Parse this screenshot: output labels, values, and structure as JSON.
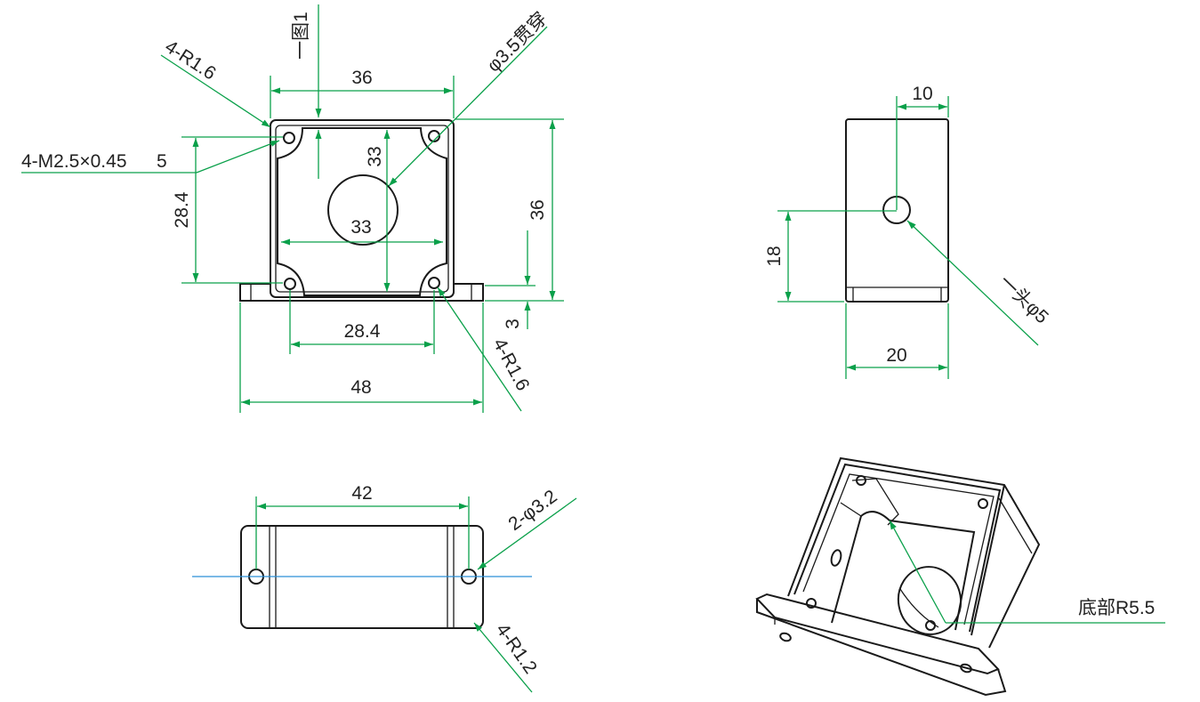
{
  "colors": {
    "outline": "#1a1a1a",
    "dimension": "#0aa04a",
    "centerline": "#2a8fd6"
  },
  "front_view": {
    "label_36_width": "36",
    "label_33_width": "33",
    "label_33_height": "33",
    "label_36_height": "36",
    "label_28_4_height": "28.4",
    "label_28_4_width": "28.4",
    "label_48": "48",
    "label_3": "3",
    "label_r16_top": "4-R1.6",
    "label_r16_bottom": "4-R1.6",
    "label_m25": "4-M2.5×0.45",
    "label_m25_suffix": "5",
    "label_hole": "φ3.5贯穿",
    "label_view": "一图1"
  },
  "side_view": {
    "label_10": "10",
    "label_18": "18",
    "label_20": "20",
    "label_hole": "一头φ5"
  },
  "bottom_view": {
    "label_42": "42",
    "label_holes": "2-φ3.2",
    "label_r12": "4-R1.2"
  },
  "iso_view": {
    "label_bottom_radius": "底部R5.5"
  }
}
